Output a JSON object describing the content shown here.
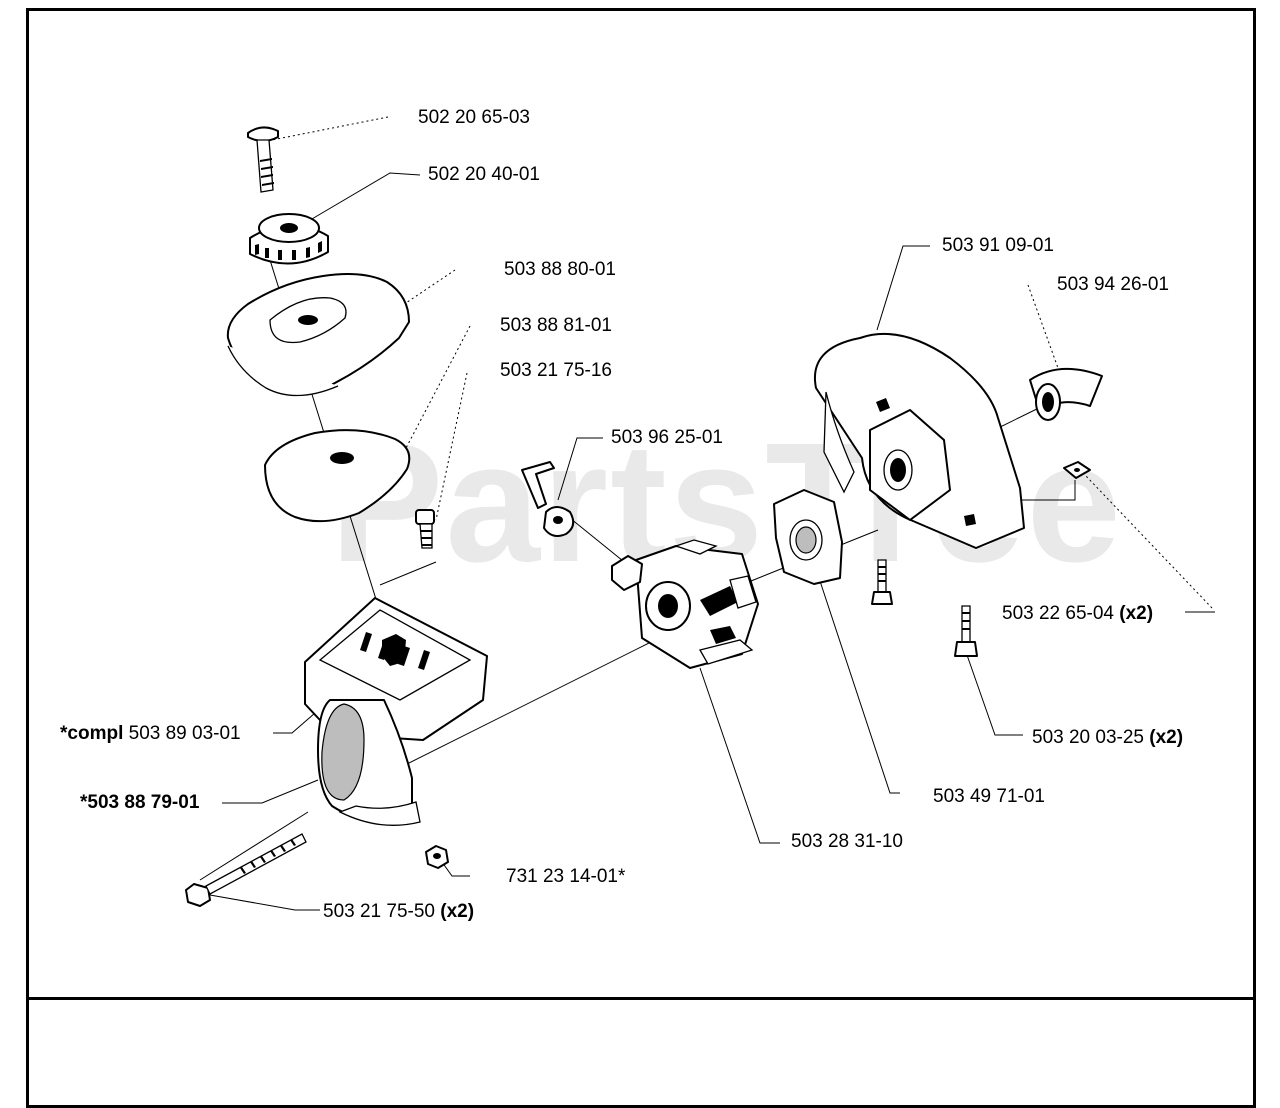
{
  "watermark": "PartsTree",
  "labels": {
    "l01": {
      "pre": "",
      "text": "502 20 65-03",
      "suf": ""
    },
    "l02": {
      "pre": "",
      "text": "502 20 40-01",
      "suf": ""
    },
    "l03": {
      "pre": "",
      "text": "503 88 80-01",
      "suf": ""
    },
    "l04": {
      "pre": "",
      "text": "503 88 81-01",
      "suf": ""
    },
    "l05": {
      "pre": "",
      "text": "503 21 75-16",
      "suf": ""
    },
    "l06": {
      "pre": "",
      "text": "503 96 25-01",
      "suf": ""
    },
    "l07": {
      "pre": "",
      "text": "503 91 09-01",
      "suf": ""
    },
    "l08": {
      "pre": "",
      "text": "503 94 26-01",
      "suf": ""
    },
    "l09": {
      "pre": "",
      "text": "503 22 65-04",
      "suf": "(x2)"
    },
    "l10": {
      "pre": "",
      "text": "503 20 03-25",
      "suf": "(x2)"
    },
    "l11": {
      "pre": "",
      "text": "503 49 71-01",
      "suf": ""
    },
    "l12": {
      "pre": "",
      "text": "503 28 31-10",
      "suf": ""
    },
    "l13": {
      "pre": "*compl",
      "text": "503 89 03-01",
      "suf": ""
    },
    "l14": {
      "pre": "*503 88 79-01",
      "text": "",
      "suf": ""
    },
    "l15": {
      "pre": "",
      "text": "731 23 14-01*",
      "suf": ""
    },
    "l16": {
      "pre": "",
      "text": "503 21 75-50",
      "suf": "(x2)"
    }
  }
}
